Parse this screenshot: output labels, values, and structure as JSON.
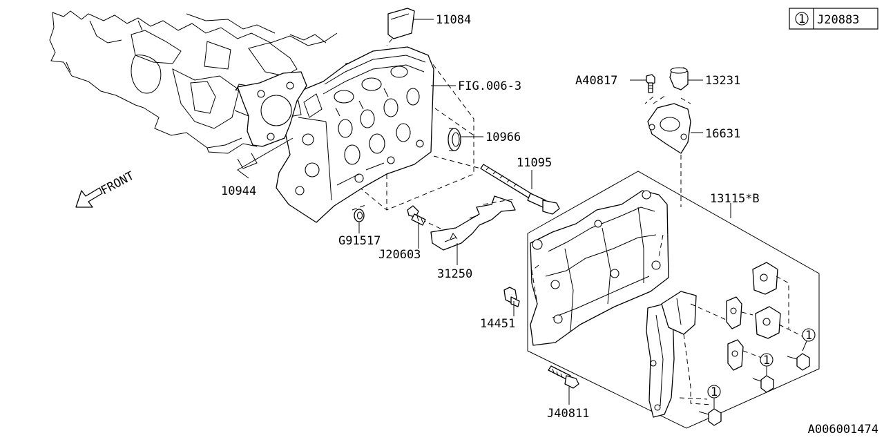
{
  "header": {
    "ref_marker": "1",
    "diagram_code": "J20883"
  },
  "footer": {
    "figure_id": "A006001474"
  },
  "direction": {
    "front_label": "FRONT"
  },
  "callouts": {
    "p11084": "11084",
    "fig0063": "FIG.006-3",
    "p10966": "10966",
    "p10944": "10944",
    "g91517": "G91517",
    "j20603": "J20603",
    "p31250": "31250",
    "p11095": "11095",
    "a40817": "A40817",
    "p13231": "13231",
    "p16631": "16631",
    "p13115": "13115*B",
    "p14451": "14451",
    "j40811": "J40811",
    "marker1": "1",
    "marker2": "1",
    "marker3": "1"
  },
  "colors": {
    "line": "#000000",
    "background": "#ffffff"
  }
}
